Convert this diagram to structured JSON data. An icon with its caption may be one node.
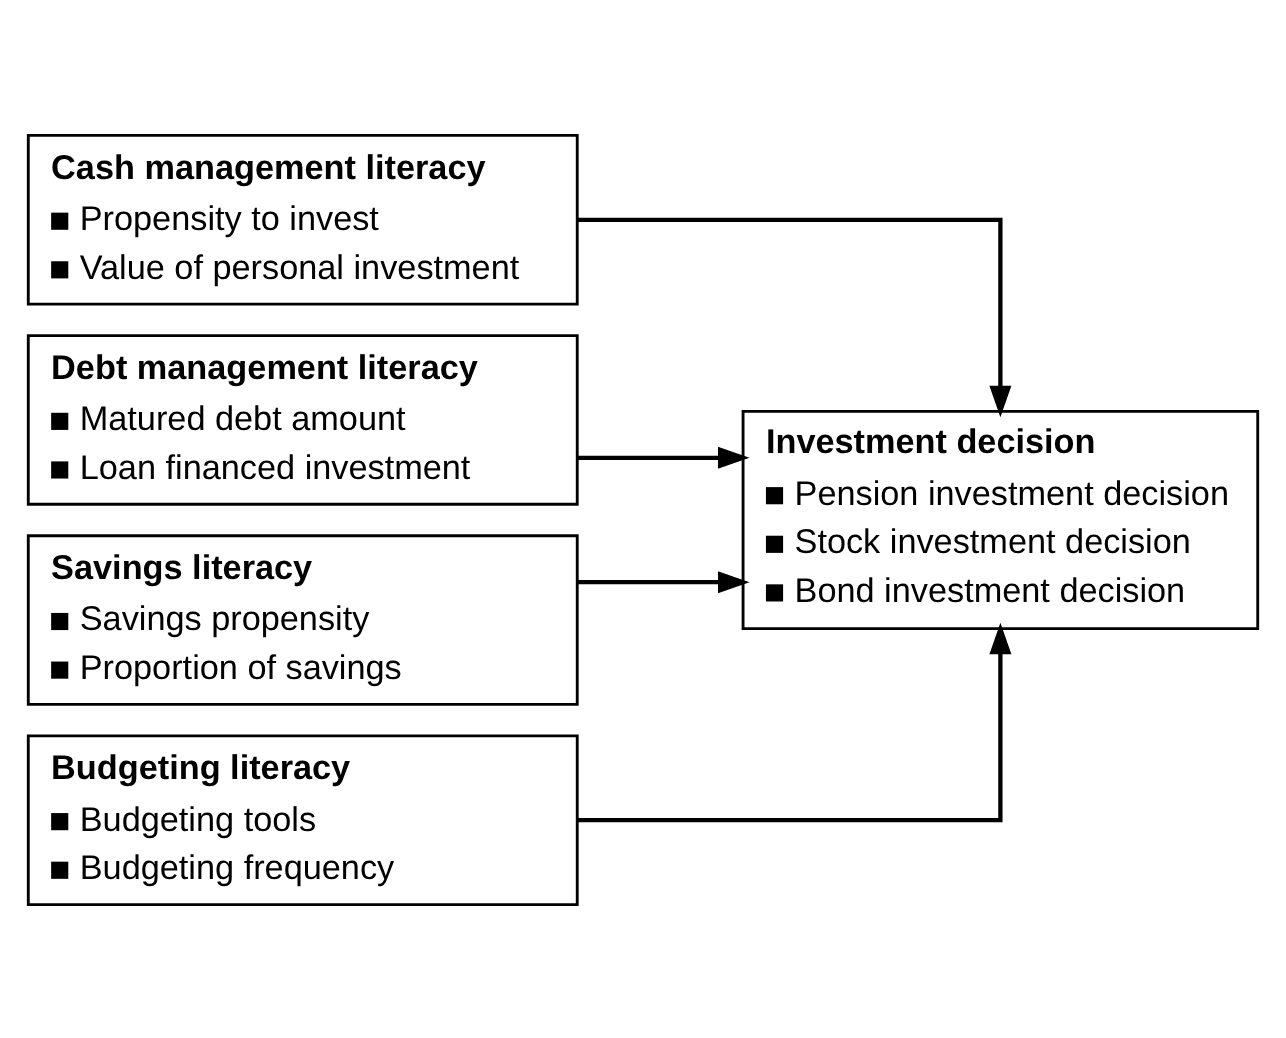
{
  "diagram": {
    "nodes": [
      {
        "text": [
          "Cash management literacy",
          "Propensity to invest",
          "Value of personal investment"
        ]
      },
      {
        "text": [
          "Debt management literacy",
          "Matured debt amount",
          "Loan financed investment"
        ]
      },
      {
        "text": [
          "Savings literacy",
          "Savings propensity",
          "Proportion of savings"
        ]
      },
      {
        "text": [
          "Budgeting literacy",
          "Budgeting tools",
          "Budgeting frequency"
        ]
      },
      {
        "text": [
          "Investment decision",
          "Pension investment decision",
          "Stock investment decision",
          "Bond investment decision"
        ]
      }
    ],
    "edges": [
      {
        "from": 0,
        "to": 4,
        "arrow": "to"
      },
      {
        "from": 1,
        "to": 4,
        "arrow": "to"
      },
      {
        "from": 2,
        "to": 4,
        "arrow": "to"
      },
      {
        "from": 3,
        "to": 4,
        "arrow": "to"
      }
    ]
  }
}
